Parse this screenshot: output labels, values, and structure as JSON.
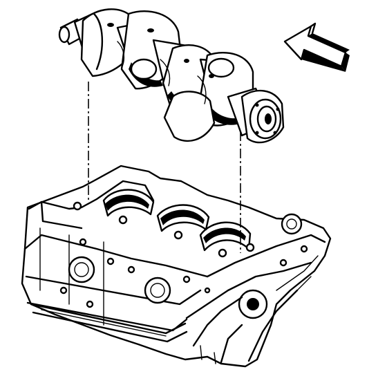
{
  "figure": {
    "subject_parts": [
      "crankshaft",
      "engine-block"
    ],
    "direction_arrow": "front-of-engine",
    "alignment_lines": 2,
    "colors": {
      "ink": "#000000",
      "paper": "#ffffff"
    }
  }
}
